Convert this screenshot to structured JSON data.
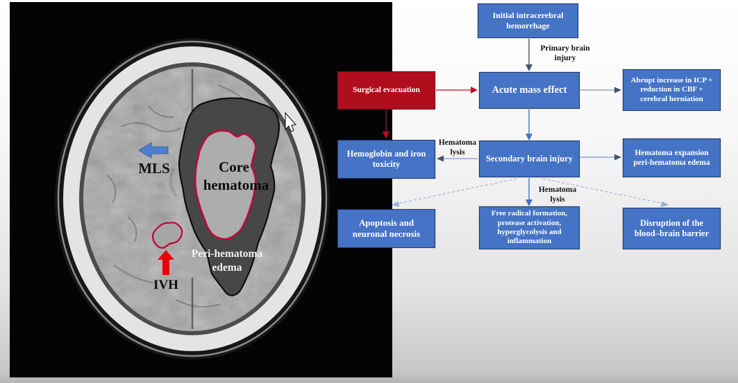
{
  "slide": {
    "description_left": "axial brain CT with intracerebral hemorrhage annotations",
    "description_right": "pathophysiology flowchart of intracerebral hemorrhage"
  },
  "ct_panel": {
    "labels": {
      "mls": "MLS",
      "core_line1": "Core",
      "core_line2": "hematoma",
      "peri_line1": "Peri-hematoma",
      "peri_line2": "edema",
      "ivh": "IVH"
    },
    "colors": {
      "hematoma_outline_red": "#c00032",
      "edema_outline_black": "#0d0d0d",
      "mls_arrow_blue": "#4d7fd0",
      "ivh_arrow_red": "#e8000b"
    }
  },
  "flowchart": {
    "boxes": {
      "initial": "Initial intracerebral hemorrhage",
      "surgical": "Surgical evacuation",
      "acute": "Acute mass effect",
      "abrupt": "Abrupt increase in ICP + reduction in CBF + cerebral herniation",
      "hemoglobin": "Hemoglobin and iron toxicity",
      "secondary": "Secondary brain injury",
      "expansion": "Hematoma expansion peri-hematoma edema",
      "apoptosis": "Apoptosis and neuronal necrosis",
      "free_radical": "Free radical formation, protease activation, hyperglycolysis and inflammation",
      "disruption": "Disruption of the blood–brain barrier"
    },
    "edge_labels": {
      "primary": "Primary brain injury",
      "lysis_mid": "Hematoma lysis",
      "lysis_bottom": "Hematoma lysis"
    },
    "colors": {
      "box_blue": "#4573c5",
      "box_border": "#1f3864",
      "box_red": "#b00d1d",
      "arrow_blue": "#4472c4",
      "arrow_red": "#c01021",
      "arrow_gray": "#8496b0",
      "arrow_dashed_light": "#9ab1d8",
      "arrowhead_dark": "#44546a"
    }
  }
}
